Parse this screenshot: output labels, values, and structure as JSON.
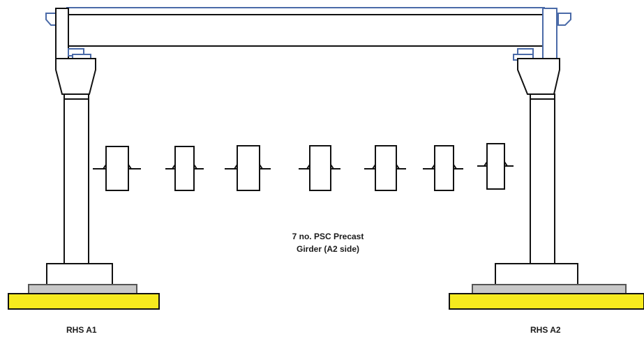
{
  "colors": {
    "outline": "#111111",
    "accent_blue": "#4a6aa8",
    "footing_yellow": "#f6ea1e",
    "pad_grey": "#c8c8c8",
    "background": "#ffffff"
  },
  "annotation": {
    "line1": "7 no. PSC Precast",
    "line2": "Girder (A2 side)"
  },
  "supports": {
    "left_label": "RHS A1",
    "right_label": "RHS A2"
  },
  "girder_section_count": 7
}
